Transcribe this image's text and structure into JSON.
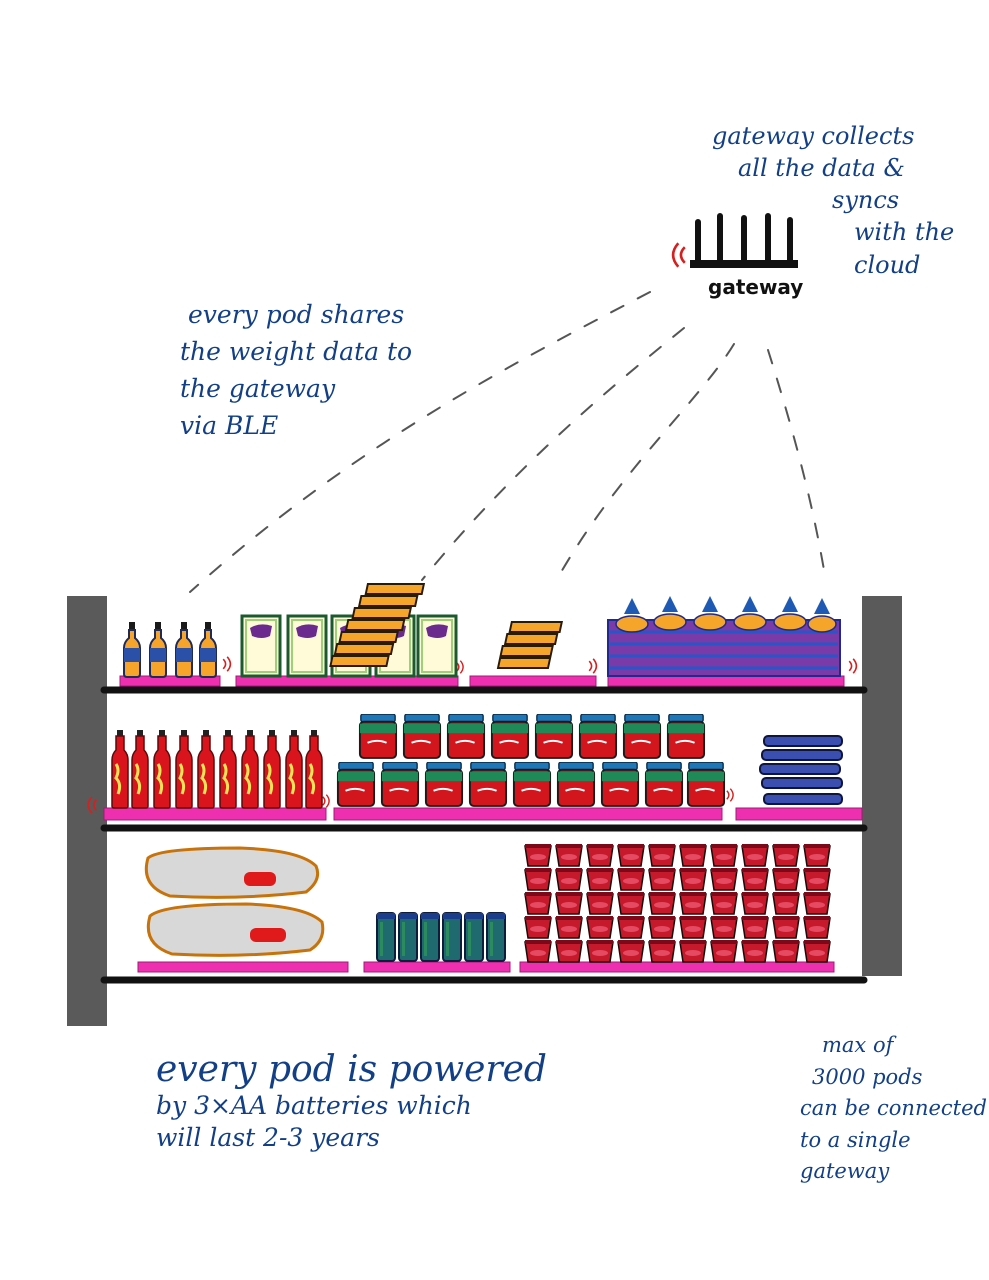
{
  "gateway": {
    "label": "gateway",
    "note_lines": [
      "gateway collects",
      "all the data &",
      "syncs",
      "with the",
      "cloud"
    ]
  },
  "pod_note": {
    "lines": [
      "every pod shares",
      "the weight data to",
      "the gateway",
      "via BLE"
    ]
  },
  "power_note": {
    "lines": [
      "every pod is powered",
      "by 3×AA batteries which",
      "will last 2-3 years"
    ]
  },
  "capacity_note": {
    "lines": [
      "max of",
      "3000 pods",
      "can be connected",
      "to a single",
      "gateway"
    ]
  },
  "colors": {
    "ink": "#123f86",
    "pod_pink": "#ee2fb0",
    "shelf_post": "#5a5a5a",
    "signal_red": "#d62020"
  }
}
